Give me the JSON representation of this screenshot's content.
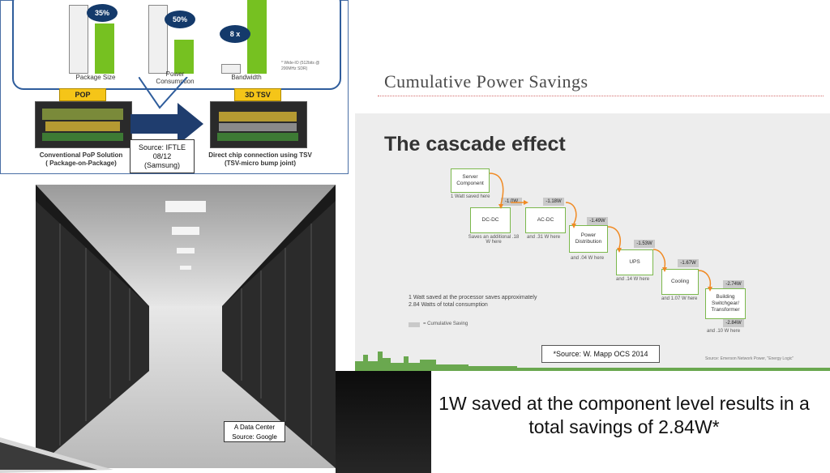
{
  "top_left": {
    "groups": [
      {
        "label": "Package Size",
        "badge": "35%",
        "grey": 0.85,
        "green": 0.62
      },
      {
        "label": "Power\nConsumption",
        "badge": "50%",
        "grey": 0.85,
        "green": 0.42
      },
      {
        "label": "Bandwidth",
        "badge": "8 x",
        "grey": 0.12,
        "green": 0.96
      }
    ],
    "footnote": "* Wide-IO (512bits @ 200MHz SDR)",
    "tag_left": "POP",
    "tag_right": "3D TSV",
    "caption_left": "Conventional PoP Solution\n( Package-on-Package)",
    "caption_right": "Direct chip connection using TSV\n(TSV-micro bump joint)",
    "source": "Source: IFTLE\n08/12\n(Samsung)"
  },
  "slide": {
    "title": "Cumulative Power Savings",
    "heading": "The cascade effect",
    "nodes": [
      {
        "label": "Server\nComponent"
      },
      {
        "label": "DC-DC"
      },
      {
        "label": "AC-DC"
      },
      {
        "label": "Power\nDistribution"
      },
      {
        "label": "UPS"
      },
      {
        "label": "Cooling"
      },
      {
        "label": "Building\nSwitchgear/\nTransformer"
      }
    ],
    "savings": [
      "-1.0W",
      "-1.18W",
      "-1.49W",
      "-1.53W",
      "-1.67W",
      "-2.74W",
      "-2.84W"
    ],
    "notes": [
      "1 Watt saved here",
      "Saves an additional .18\nW here",
      "and .31 W here",
      "and .04 W here",
      "and .14 W here",
      "and 1.07 W here",
      "and .10 W here"
    ],
    "summary": "1 Watt saved at the processor saves approximately 2.84 Watts of total consumption",
    "legend": "= Cumulative Saving",
    "source_box": "*Source: W. Mapp OCS 2014",
    "source_small": "Source: Emerson Network Power, \"Energy Logic\""
  },
  "datacenter": {
    "source": "A Data Center\nSource: Google"
  },
  "big_statement": "1W saved at the component level results in a total savings of 2.84W*"
}
